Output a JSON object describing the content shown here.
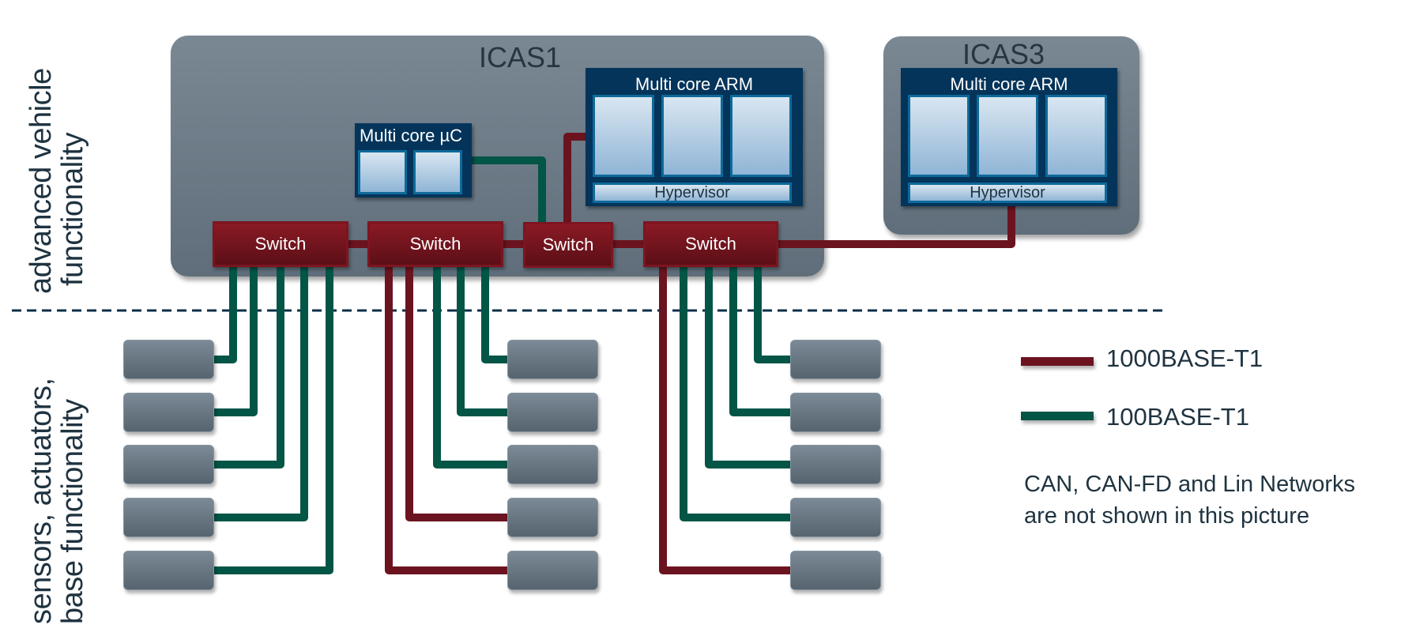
{
  "zones": {
    "upper_label": [
      "advanced vehicle",
      "functionality"
    ],
    "lower_label": [
      "sensors, actuators,",
      "base functionality"
    ]
  },
  "icas1": {
    "title": "ICAS1",
    "mcu": {
      "title": "Multi core µC",
      "core_count": 2
    },
    "arm": {
      "title": "Multi core ARM",
      "core_count": 3,
      "hypervisor": "Hypervisor"
    },
    "switches": [
      "Switch",
      "Switch",
      "Switch",
      "Switch"
    ]
  },
  "icas3": {
    "title": "ICAS3",
    "arm": {
      "title": "Multi core ARM",
      "core_count": 3,
      "hypervisor": "Hypervisor"
    }
  },
  "device_groups": [
    {
      "switch": 1,
      "links": [
        "100BASE-T1",
        "100BASE-T1",
        "100BASE-T1",
        "100BASE-T1",
        "100BASE-T1"
      ]
    },
    {
      "switch": 2,
      "links": [
        "100BASE-T1",
        "100BASE-T1",
        "100BASE-T1",
        "1000BASE-T1",
        "1000BASE-T1"
      ]
    },
    {
      "switch": 4,
      "links": [
        "100BASE-T1",
        "100BASE-T1",
        "100BASE-T1",
        "100BASE-T1",
        "1000BASE-T1"
      ]
    }
  ],
  "legend": [
    {
      "label": "1000BASE-T1",
      "color": "#6b1420"
    },
    {
      "label": "100BASE-T1",
      "color": "#035546"
    }
  ],
  "note": [
    "CAN, CAN-FD and Lin Networks",
    "are not shown in this picture"
  ],
  "colors": {
    "gigabit": "#6b1420",
    "fast": "#035546",
    "divider": "#0c2f4a"
  }
}
